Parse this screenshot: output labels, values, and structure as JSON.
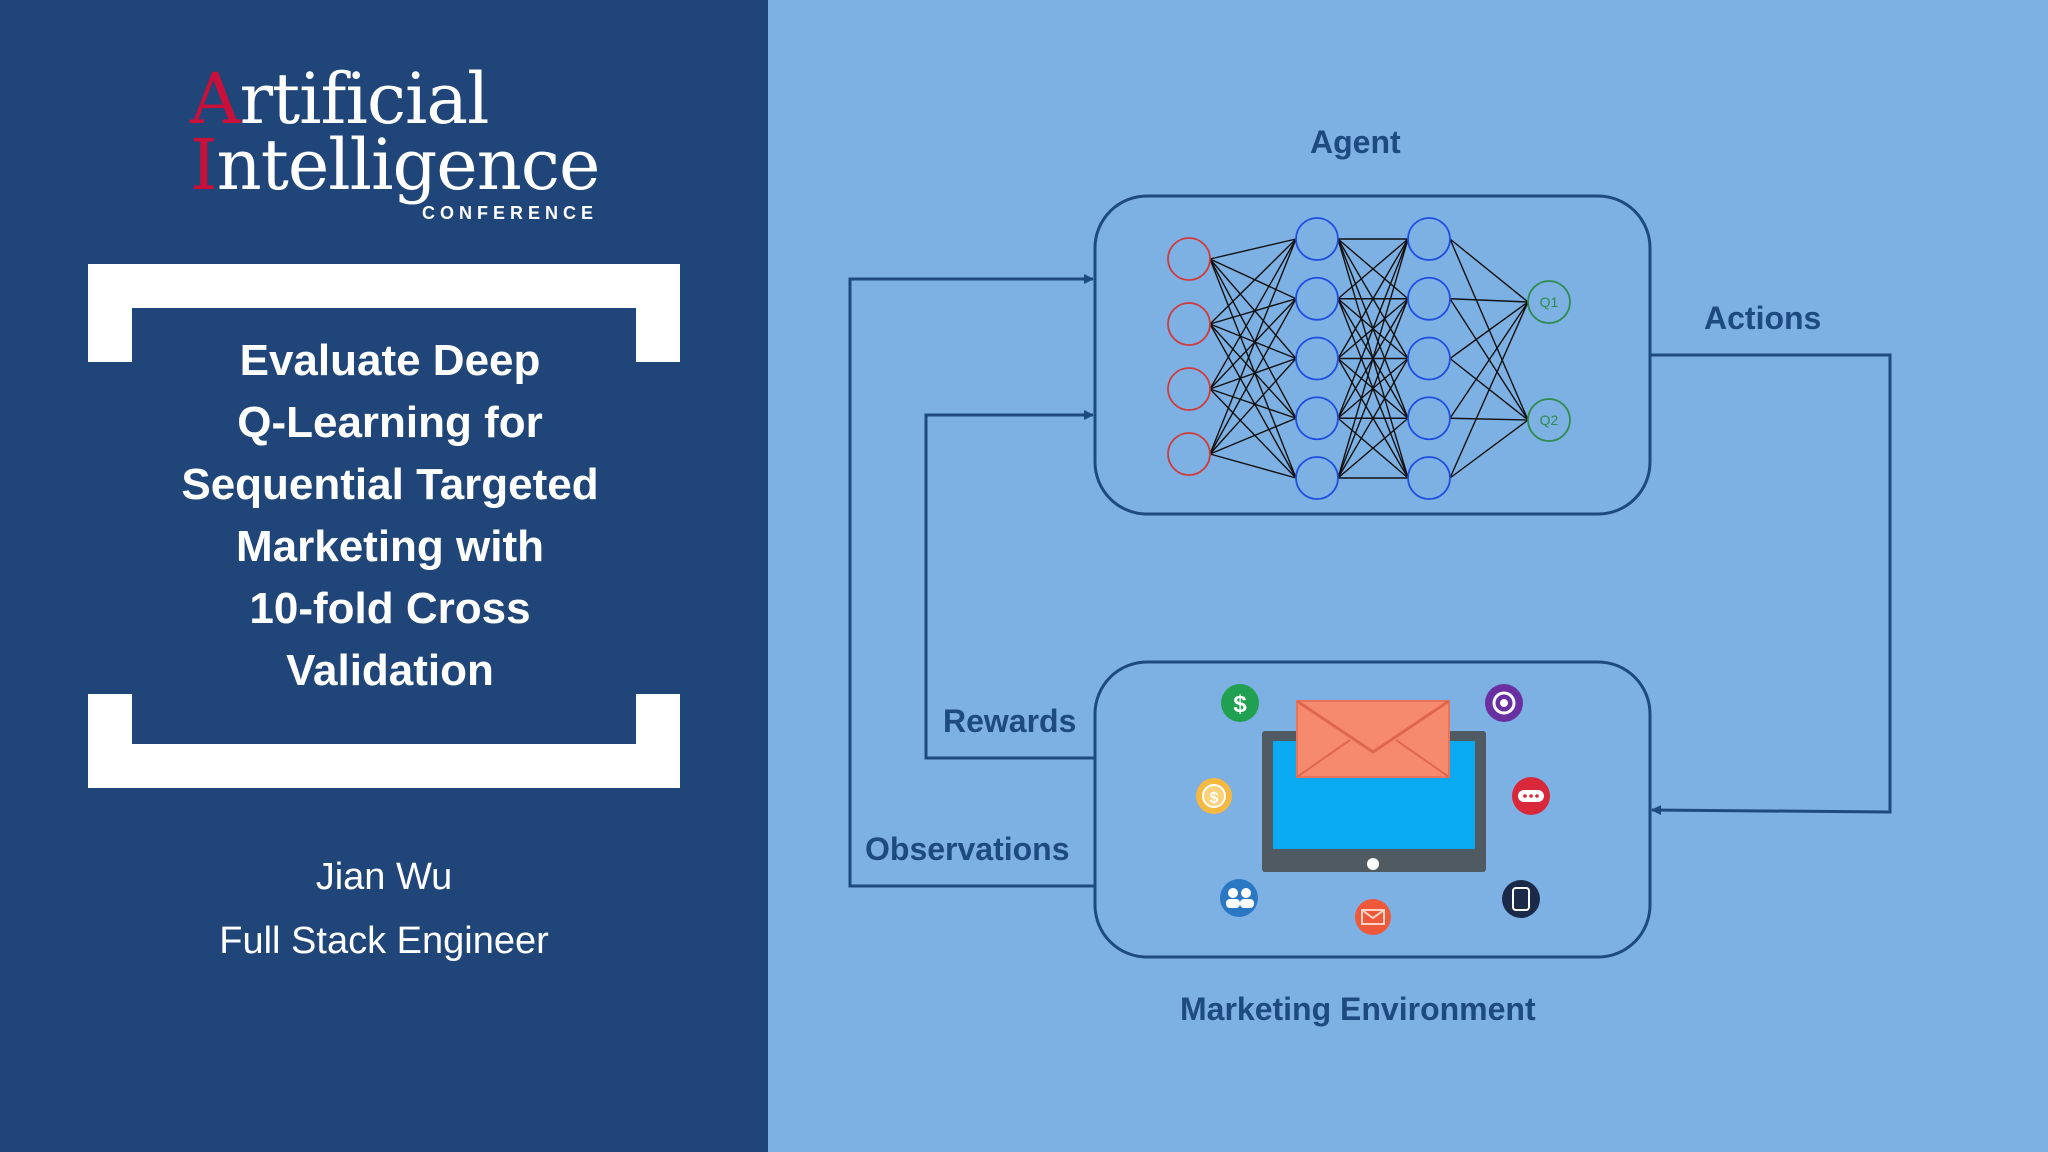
{
  "logo": {
    "line1_initial": "A",
    "line1_rest": "rtificial",
    "line2_initial": "I",
    "line2_rest": "ntelligence",
    "subtitle": "CONFERENCE"
  },
  "talk": {
    "title_lines": [
      "Evaluate Deep",
      "Q-Learning for",
      "Sequential Targeted",
      "Marketing with",
      "10-fold Cross",
      "Validation"
    ],
    "speaker_name": "Jian Wu",
    "speaker_role": "Full Stack Engineer"
  },
  "diagram": {
    "agent_label": "Agent",
    "environment_label": "Marketing Environment",
    "actions_label": "Actions",
    "rewards_label": "Rewards",
    "observations_label": "Observations",
    "network": {
      "input_nodes": 4,
      "hidden_layers": [
        5,
        5
      ],
      "output_labels": [
        "Q1",
        "Q2"
      ]
    },
    "environment_icons": [
      "dollar-icon",
      "coin-icon",
      "users-icon",
      "mail-badge-icon",
      "tablet-icon",
      "chat-icon",
      "settings-icon",
      "laptop-icon",
      "envelope-icon"
    ],
    "colors": {
      "line": "#1d4a80",
      "input_node": "#d23a3a",
      "hidden_node": "#1f4de0",
      "output_node": "#2e8b4e"
    }
  }
}
